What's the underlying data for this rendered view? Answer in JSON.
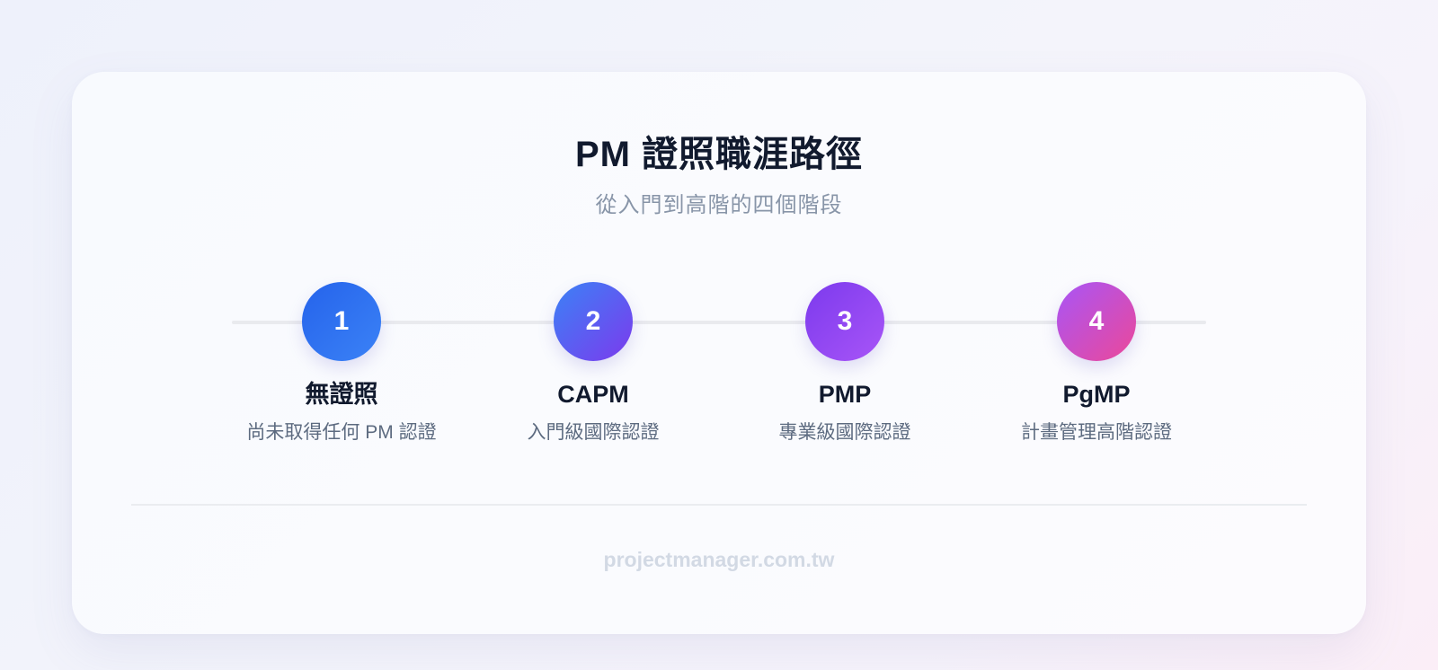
{
  "header": {
    "title": "PM 證照職涯路徑",
    "subtitle": "從入門到高階的四個階段"
  },
  "steps": [
    {
      "number": "1",
      "name": "無證照",
      "description": "尚未取得任何 PM 認證",
      "gradient_start": "#2563eb",
      "gradient_end": "#3b82f6"
    },
    {
      "number": "2",
      "name": "CAPM",
      "description": "入門級國際認證",
      "gradient_start": "#3b82f6",
      "gradient_end": "#7c3aed"
    },
    {
      "number": "3",
      "name": "PMP",
      "description": "專業級國際認證",
      "gradient_start": "#7c3aed",
      "gradient_end": "#a855f7"
    },
    {
      "number": "4",
      "name": "PgMP",
      "description": "計畫管理高階認證",
      "gradient_start": "#a855f7",
      "gradient_end": "#ec4899"
    }
  ],
  "footer": {
    "site": "projectmanager.com.tw"
  }
}
